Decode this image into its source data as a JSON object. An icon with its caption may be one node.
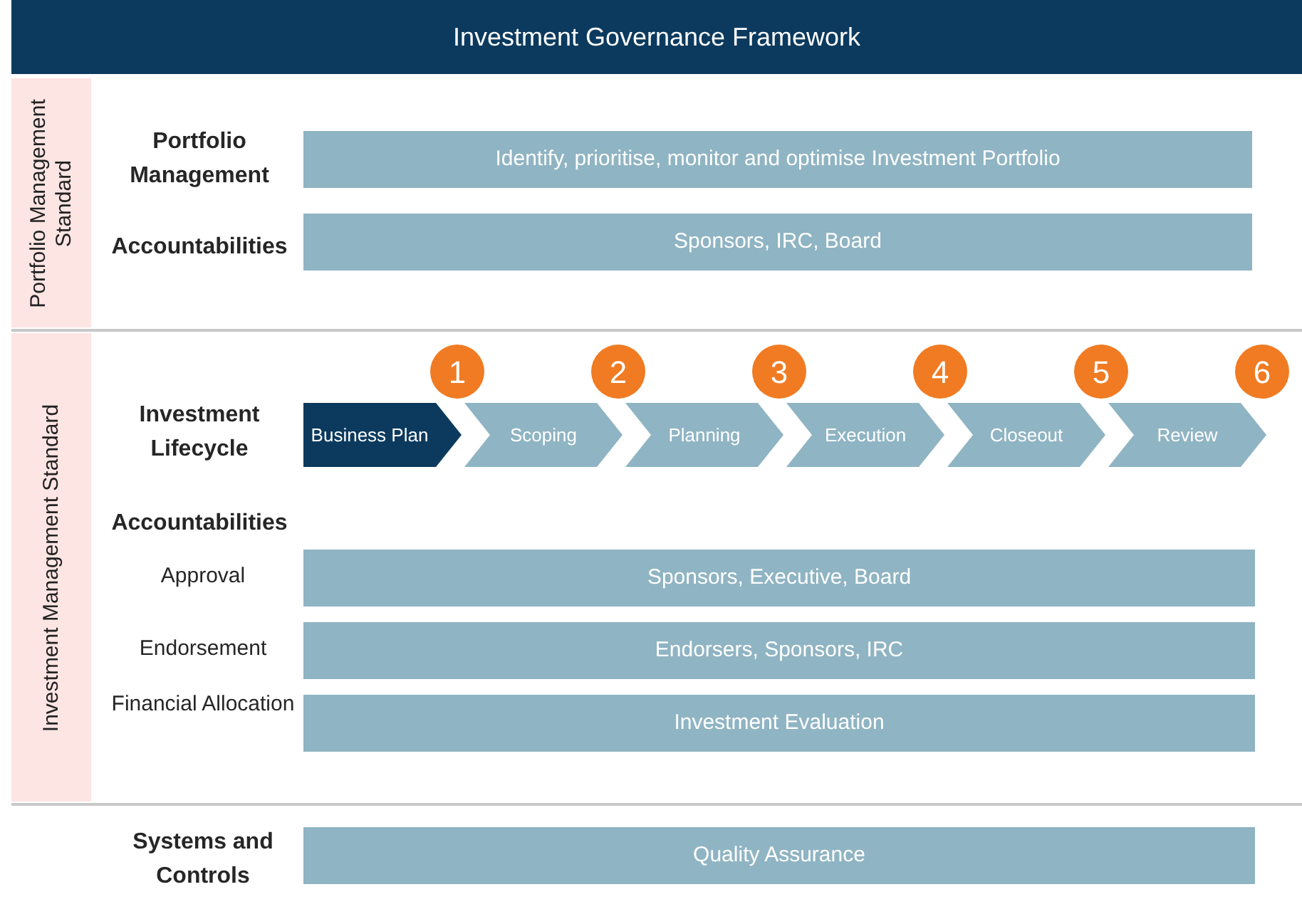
{
  "diagram": {
    "title": "Investment Governance Framework",
    "nodes": [
      {
        "text": [
          "Portfolio Management Standard"
        ]
      },
      {
        "text": [
          "Identify, prioritise, monitor and optimise Investment Portfolio"
        ]
      },
      {
        "text": [
          "Sponsors, IRC, Board"
        ]
      },
      {
        "text": [
          "Investment Management Standard"
        ]
      },
      {
        "text": [
          "Business Plan"
        ]
      },
      {
        "text": [
          "Scoping"
        ]
      },
      {
        "text": [
          "Planning"
        ]
      },
      {
        "text": [
          "Execution"
        ]
      },
      {
        "text": [
          "Closeout"
        ]
      },
      {
        "text": [
          "Review"
        ]
      },
      {
        "text": [
          "1"
        ]
      },
      {
        "text": [
          "2"
        ]
      },
      {
        "text": [
          "3"
        ]
      },
      {
        "text": [
          "4"
        ]
      },
      {
        "text": [
          "5"
        ]
      },
      {
        "text": [
          "6"
        ]
      },
      {
        "text": [
          "Sponsors, Executive, Board"
        ]
      },
      {
        "text": [
          "Endorsers, Sponsors, IRC"
        ]
      },
      {
        "text": [
          "Investment Evaluation"
        ]
      },
      {
        "text": [
          "Quality Assurance"
        ]
      }
    ],
    "labels": [
      "Portfolio Management",
      "Accountabilities",
      "Investment Lifecycle",
      "Accountabilities",
      "Approval",
      "Endorsement",
      "Financial Allocation",
      "Systems and Controls"
    ]
  }
}
